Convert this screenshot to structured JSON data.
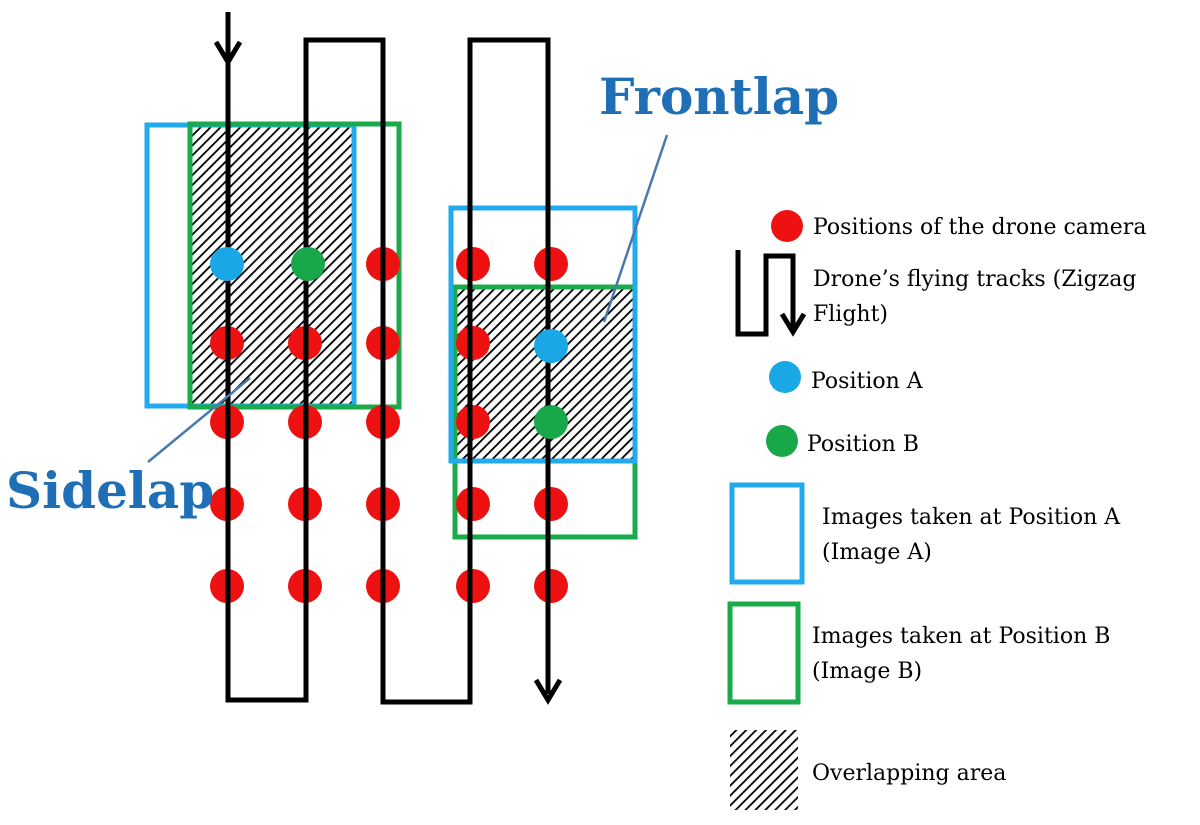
{
  "labels": {
    "sidelap": "Sidelap",
    "frontlap": "Frontlap"
  },
  "legend": {
    "camera_positions": "Positions of the drone camera",
    "flying_tracks_line1": "Drone’s flying tracks (Zigzag",
    "flying_tracks_line2": "Flight)",
    "position_a": "Position A",
    "position_b": "Position B",
    "image_a_line1": "Images taken at Position A",
    "image_a_line2": "(Image A)",
    "image_b_line1": "Images taken at Position B",
    "image_b_line2": "(Image B)",
    "overlap": "Overlapping area"
  },
  "colors": {
    "camera_dot": "#ee1111",
    "position_a": "#1aa7e6",
    "position_b": "#18a84a",
    "image_a_frame": "#22aaee",
    "image_b_frame": "#1aaa4a",
    "track": "#000000",
    "label": "#1f6fb6",
    "leader_line": "#4a78b0"
  },
  "icons": {
    "camera_dot": "red-dot-icon",
    "track": "zigzag-arrow-icon",
    "position_a": "blue-dot-icon",
    "position_b": "green-dot-icon",
    "image_a": "blue-frame-icon",
    "image_b": "green-frame-icon",
    "overlap": "hatch-swatch-icon"
  }
}
